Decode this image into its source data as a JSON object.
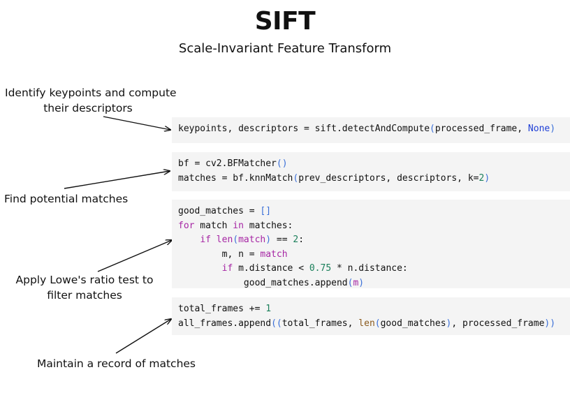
{
  "title": "SIFT",
  "subtitle": "Scale-Invariant Feature Transform",
  "notes": {
    "keypoints": [
      "Identify keypoints and compute",
      "their descriptors"
    ],
    "matches": [
      "Find potential matches"
    ],
    "ratio": [
      "Apply Lowe's ratio test to",
      "filter matches"
    ],
    "record": [
      "Maintain a record of matches"
    ]
  },
  "code": {
    "b1": {
      "l1": {
        "a": "keypoints, descriptors = sift.detectAndCompute",
        "b": "(",
        "c": "processed_frame, ",
        "d": "None",
        "e": ")"
      }
    },
    "b2": {
      "l1": {
        "a": "bf = cv2.BFMatcher",
        "b": "()"
      },
      "l2": {
        "a": "matches = bf.knnMatch",
        "b": "(",
        "c": "prev_descriptors, descriptors, k=",
        "d": "2",
        "e": ")"
      }
    },
    "b3": {
      "l1": {
        "a": "good_matches = ",
        "b": "[]"
      },
      "l2": {
        "a": "for",
        "b": " match ",
        "c": "in",
        "d": " matches:"
      },
      "l3": {
        "a": "    ",
        "b": "if",
        "c": " ",
        "d": "len",
        "e": "(",
        "f": "match",
        "g": ")",
        "h": " == ",
        "i": "2",
        "j": ":"
      },
      "l4": {
        "a": "        m, n = ",
        "b": "match"
      },
      "l5": {
        "a": "        ",
        "b": "if",
        "c": " m.distance < ",
        "d": "0.75",
        "e": " * n.distance:"
      },
      "l6": {
        "a": "            good_matches.append",
        "b": "(",
        "c": "m",
        "d": ")"
      }
    },
    "b4": {
      "l1": {
        "a": "total_frames += ",
        "b": "1"
      },
      "l2": {
        "a": "all_frames.append",
        "b": "((",
        "c": "total_frames, ",
        "d": "len",
        "e": "(",
        "f": "good_matches",
        "g": ")",
        "h": ", processed_frame",
        "i": "))"
      }
    }
  }
}
